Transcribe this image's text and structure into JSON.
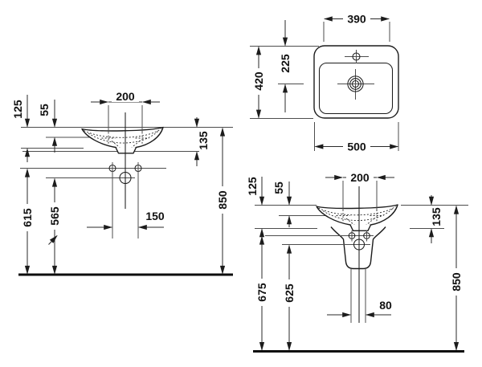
{
  "views": {
    "plan": {
      "dims": {
        "inner_width": "390",
        "overall_depth": "420",
        "drain_setback": "225",
        "overall_width": "500"
      }
    },
    "front": {
      "dims": {
        "tap_spacing": "200",
        "rim_to_deck": "125",
        "rim_to_tap": "55",
        "ceramic_height": "135",
        "rim_height": "850",
        "fixing_height": "615",
        "drain_height": "565",
        "fixing_spacing": "150"
      }
    },
    "pedestal": {
      "dims": {
        "tap_spacing": "200",
        "rim_to_deck": "125",
        "rim_to_tap": "55",
        "ceramic_height": "135",
        "rim_height": "850",
        "fixing_height": "675",
        "drain_height": "625",
        "outlet_width": "80"
      }
    }
  },
  "colors": {
    "line": "#1c1c1c",
    "background": "#ffffff"
  }
}
